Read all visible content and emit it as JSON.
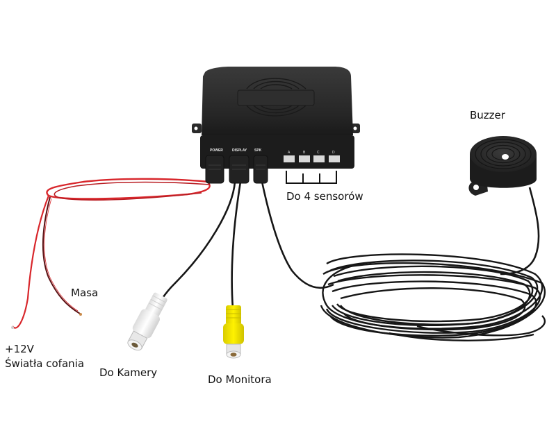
{
  "labels": {
    "buzzer": "Buzzer",
    "sensors": "Do 4 sensorów",
    "ground": "Masa",
    "power_line1": "+12V",
    "power_line2": "Światła cofania",
    "camera": "Do Kamery",
    "monitor": "Do Monitora"
  },
  "control_unit": {
    "ports": [
      "POWER",
      "DISPLAY",
      "SPK"
    ],
    "sensor_slots": [
      "A",
      "B",
      "C",
      "D"
    ]
  },
  "colors": {
    "unit_body": "#2b2b2b",
    "red_wire": "#d8262b",
    "black_wire": "#1a1a1a",
    "rca_white": "#f2f2f2",
    "rca_yellow": "#f2e600"
  }
}
